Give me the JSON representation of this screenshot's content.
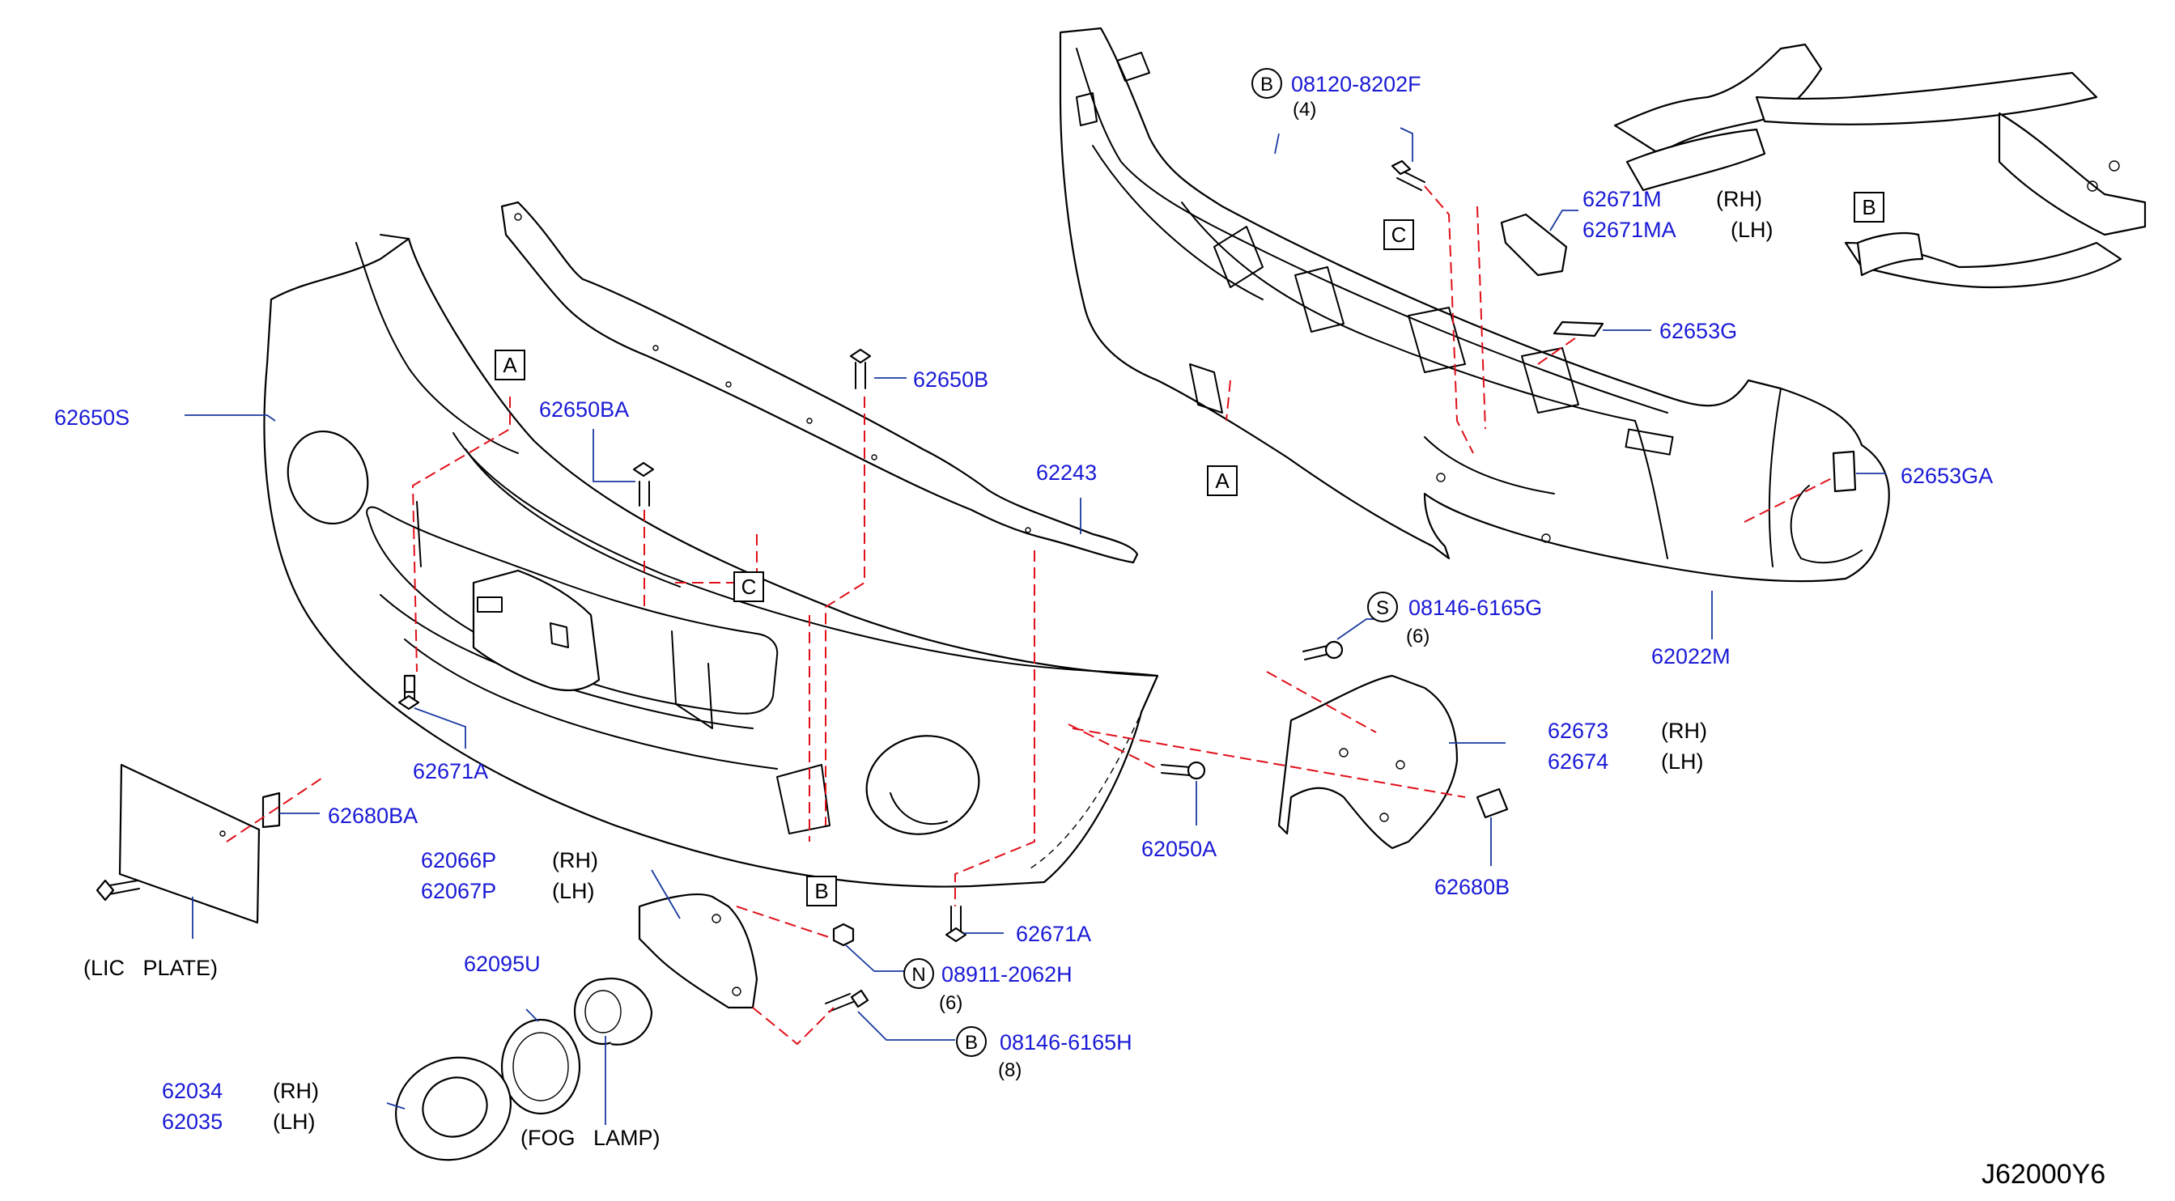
{
  "drawing_code": "J62000Y6",
  "parts": {
    "p62650S": "62650S",
    "p62650BA": "62650BA",
    "p62650B": "62650B",
    "p62243": "62243",
    "p62671A_left": "62671A",
    "p62680BA": "62680BA",
    "lic_plate": "(LIC   PLATE)",
    "p62066P": "62066P",
    "p62067P": "62067P",
    "p62095U": "62095U",
    "p62034": "62034",
    "p62035": "62035",
    "fog_lamp": "(FOG   LAMP)",
    "p62671A_right": "62671A",
    "p08911": "08911-2062H",
    "p08911_qty": "(6)",
    "p08146H": "08146-6165H",
    "p08146H_qty": "(8)",
    "p62050A": "62050A",
    "p62680B": "62680B",
    "p62673": "62673",
    "p62674": "62674",
    "p08146G": "08146-6165G",
    "p08146G_qty": "(6)",
    "p62022M": "62022M",
    "p62653GA": "62653GA",
    "p62653G": "62653G",
    "p62671M": "62671M",
    "p62671MA": "62671MA",
    "p08120": "08120-8202F",
    "p08120_qty": "(4)"
  },
  "sides": {
    "rh": "(RH)",
    "lh": "(LH)"
  },
  "symbols": {
    "B": "B",
    "N": "N",
    "S": "S"
  },
  "refs": {
    "A": "A",
    "B": "B",
    "C": "C"
  },
  "colors": {
    "part_number": "#1a1ad6",
    "dashed_line": "#e0101a",
    "leader": "#1a3aa0",
    "outline": "#000000"
  }
}
